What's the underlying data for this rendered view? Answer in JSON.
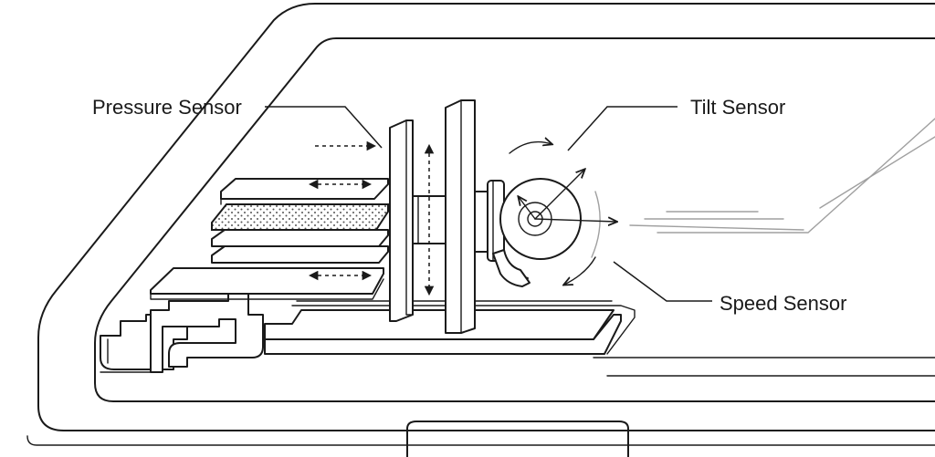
{
  "labels": {
    "pressure_sensor": "Pressure Sensor",
    "tilt_sensor": "Tilt Sensor",
    "speed_sensor": "Speed Sensor"
  },
  "colors": {
    "ink": "#1a1a1a",
    "motion_lines": "#a0a0a0",
    "background": "#ffffff"
  }
}
